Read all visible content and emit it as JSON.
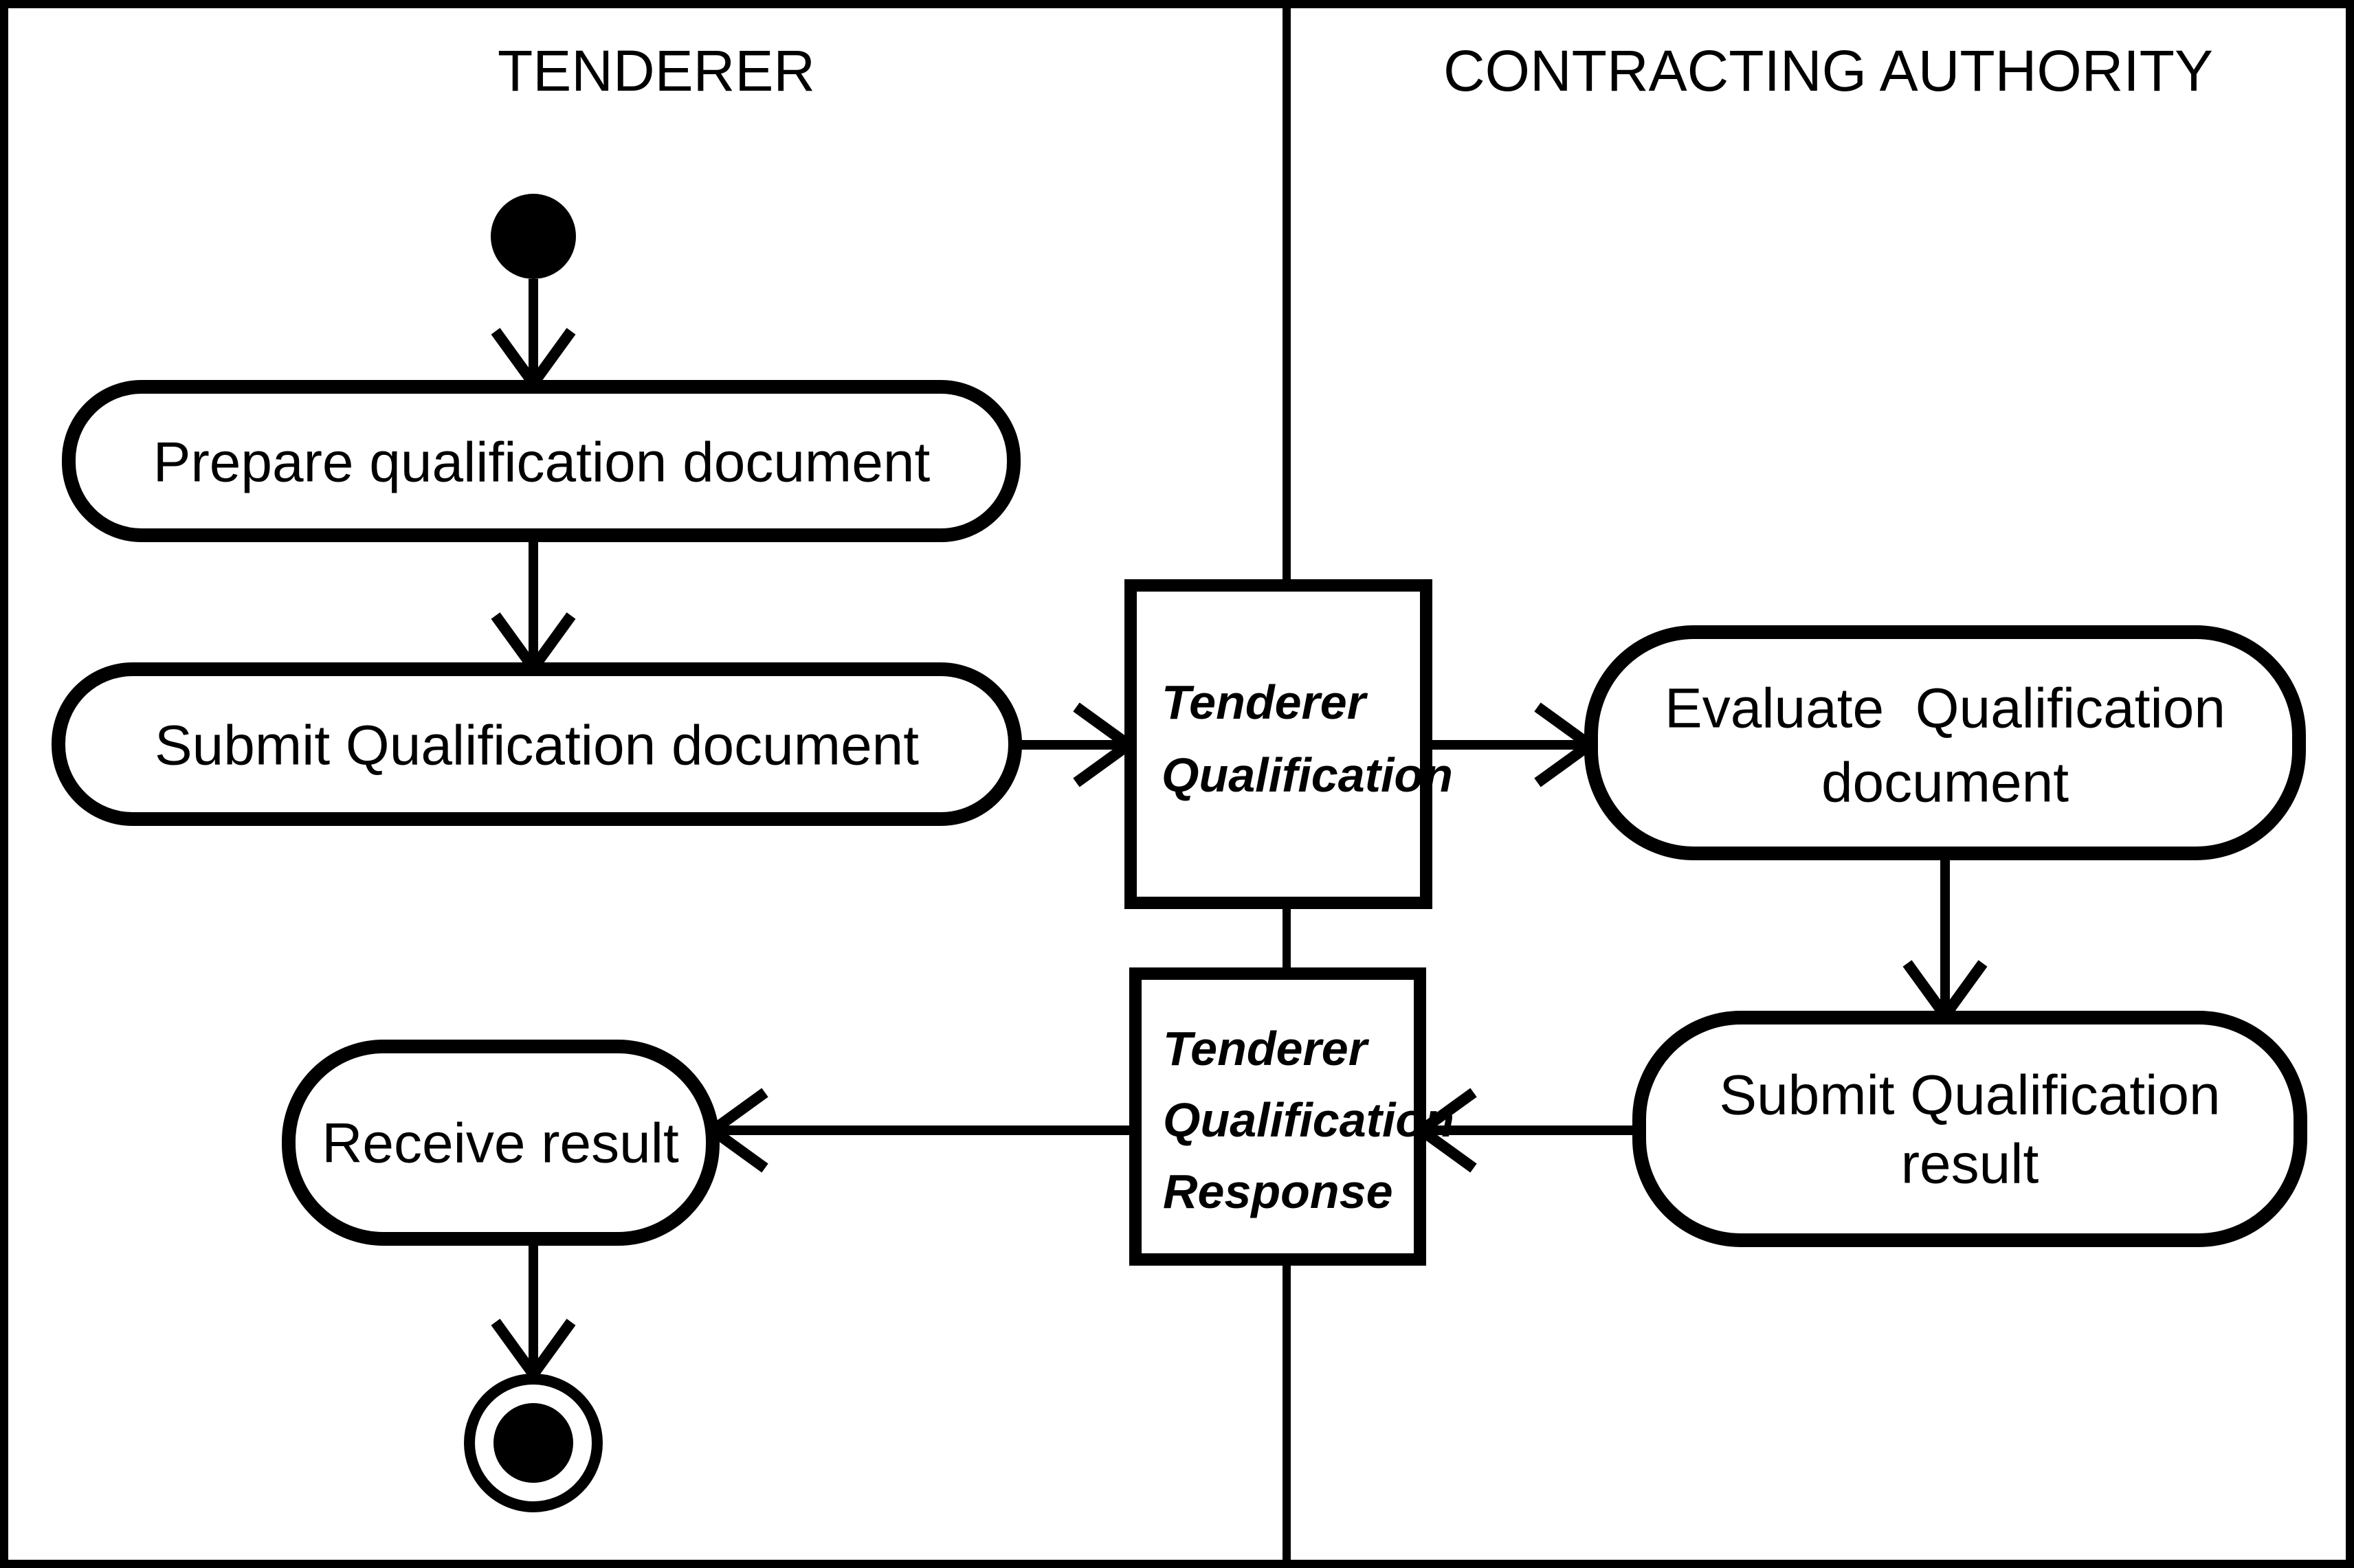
{
  "diagram": {
    "type": "uml-activity-swimlane",
    "colors": {
      "ink": "#000000",
      "paper": "#ffffff"
    },
    "lanes": {
      "left": {
        "title": "TENDERER"
      },
      "right": {
        "title": "CONTRACTING AUTHORITY"
      }
    },
    "nodes": {
      "start": {
        "kind": "initial-node"
      },
      "prepare": {
        "label": "Prepare qualification document"
      },
      "submit_doc": {
        "label": "Submit Qualification document"
      },
      "tenderer_qualification": {
        "lines": [
          "Tenderer",
          "Qualification"
        ]
      },
      "evaluate": {
        "lines": [
          "Evaluate  Qualification",
          "document"
        ]
      },
      "submit_result": {
        "lines": [
          "Submit Qualification",
          "result"
        ]
      },
      "tenderer_qualification_response": {
        "lines": [
          "Tenderer",
          "Qualification",
          "Response"
        ]
      },
      "receive": {
        "label": "Receive result"
      },
      "end": {
        "kind": "final-node"
      }
    }
  }
}
